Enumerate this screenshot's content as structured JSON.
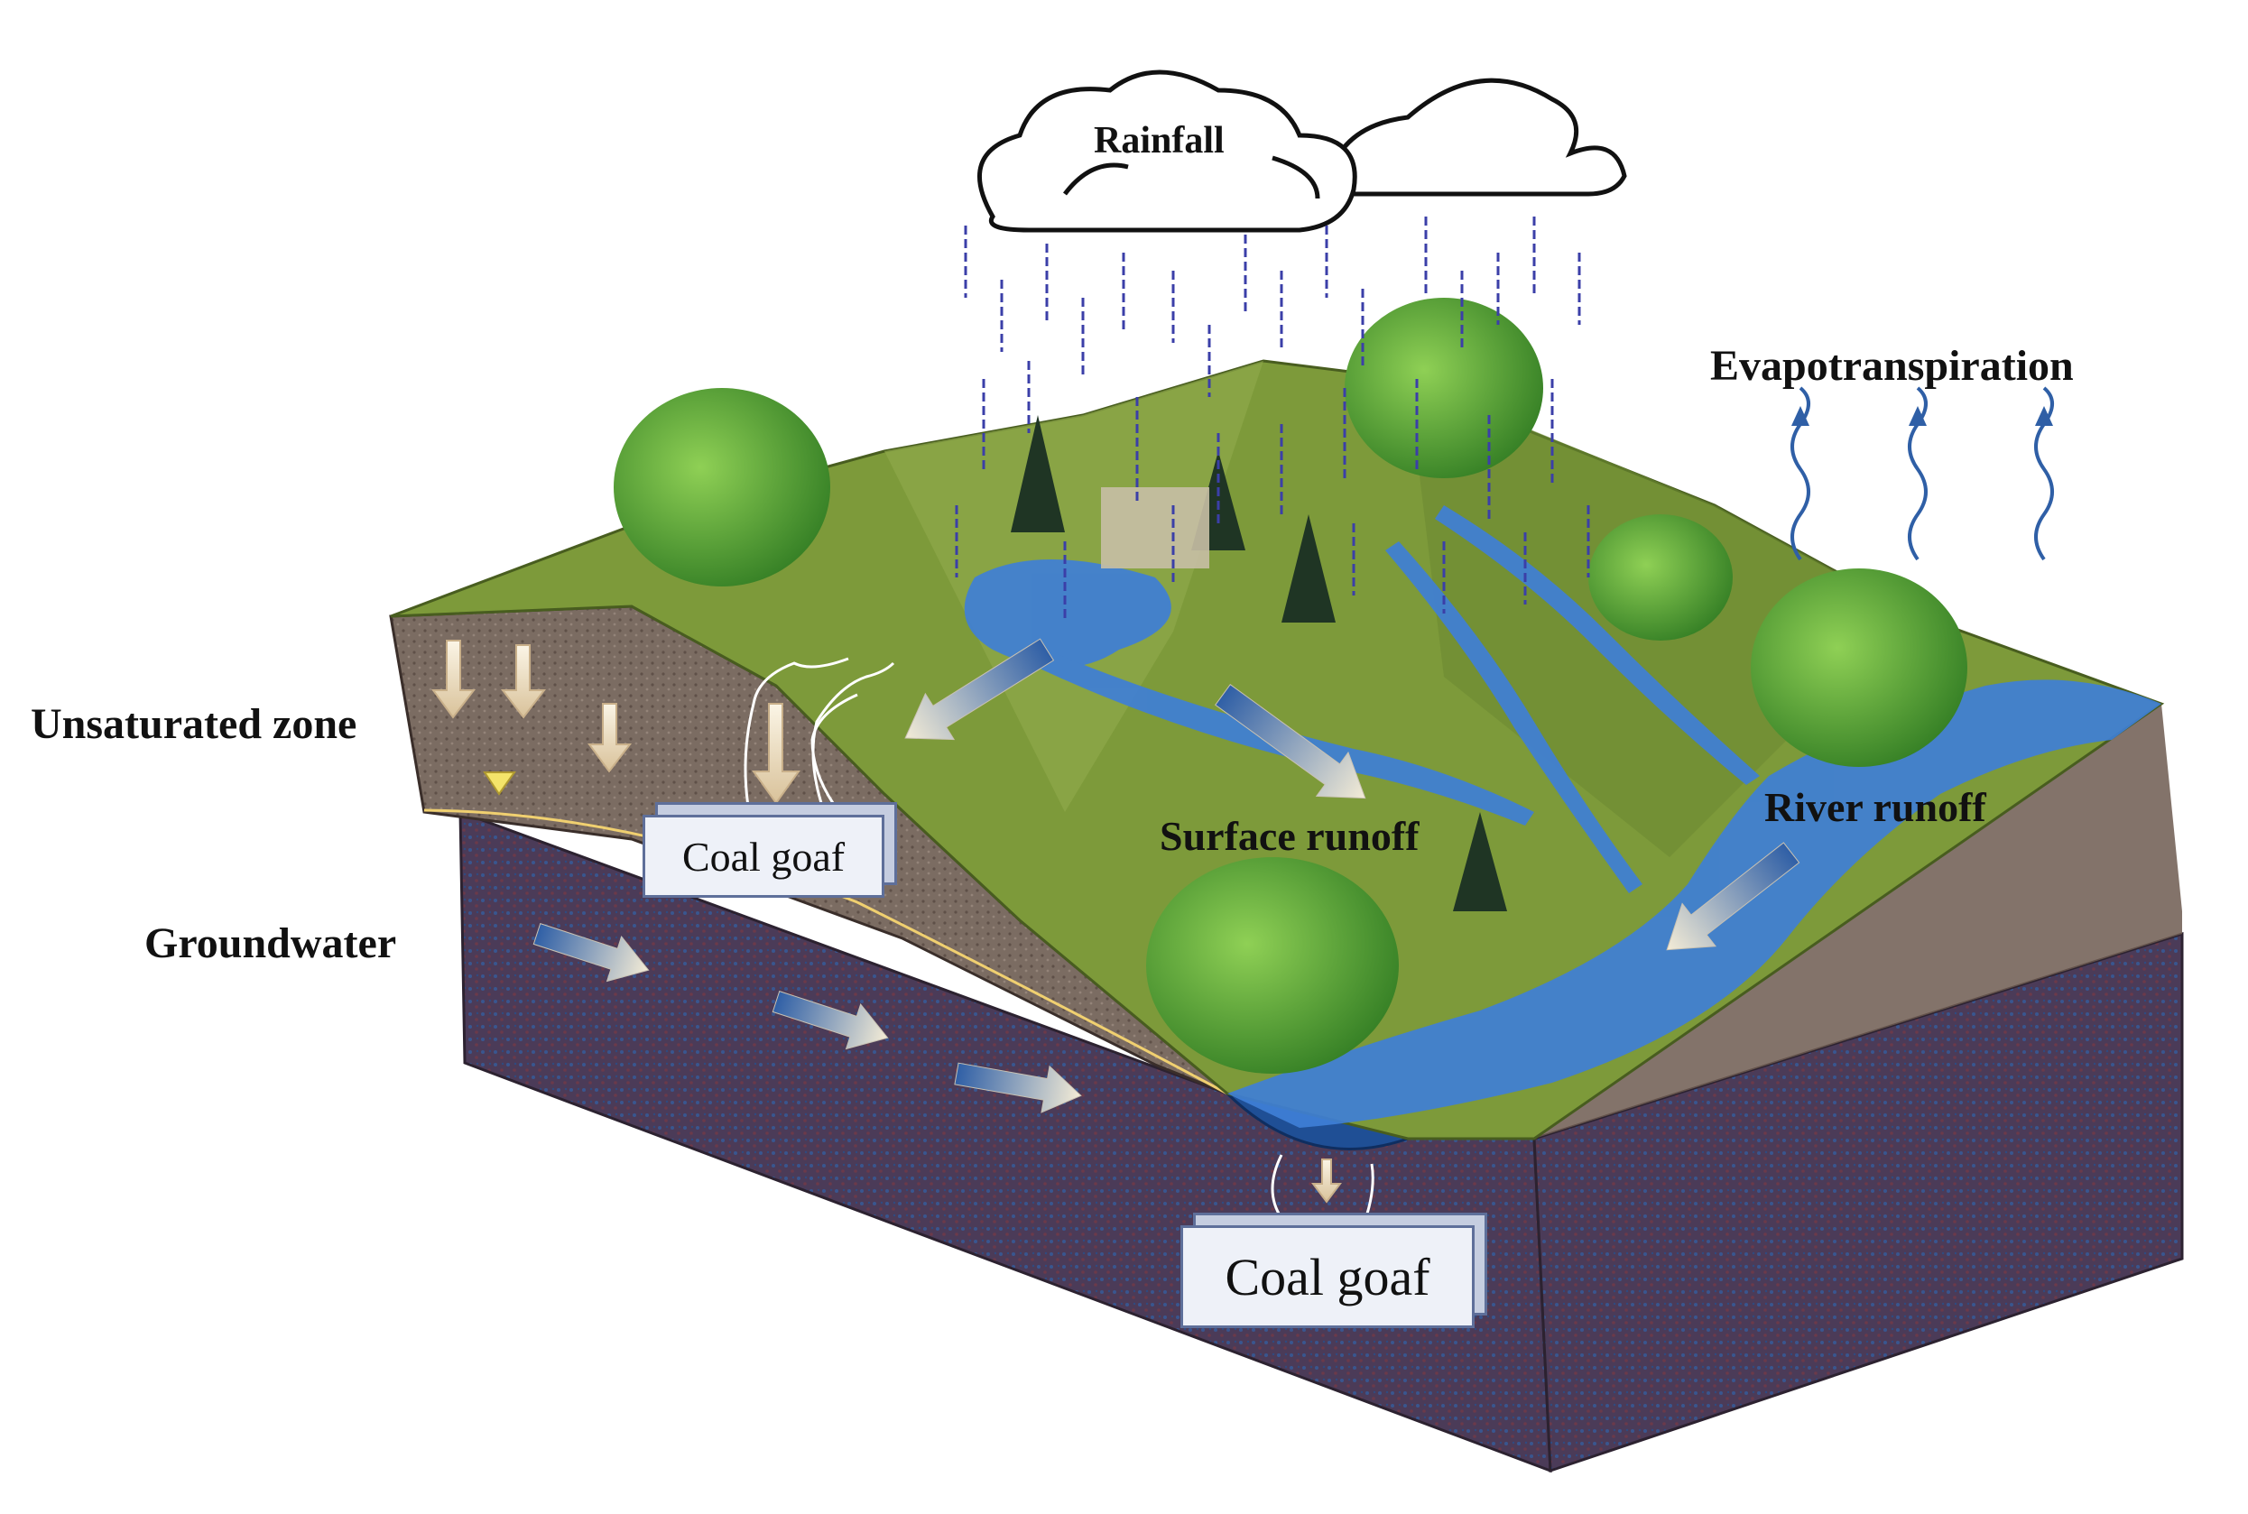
{
  "labels": {
    "rainfall": "Rainfall",
    "evapotranspiration": "Evapotranspiration",
    "unsaturated_zone": "Unsaturated zone",
    "groundwater": "Groundwater",
    "surface_runoff": "Surface runoff",
    "river_runoff": "River runoff",
    "coal_goaf_upper": "Coal goaf",
    "coal_goaf_lower": "Coal goaf"
  },
  "colors": {
    "bedrock": "#4a3a5a",
    "soil": "#7a6a60",
    "grass": "#7d9a3a",
    "water": "#3f7fd6",
    "tree": "#3f8f2a",
    "arrow_light": "#efe2c6",
    "arrow_blue": "#2f5fa6",
    "water_table": "#f0d070"
  }
}
